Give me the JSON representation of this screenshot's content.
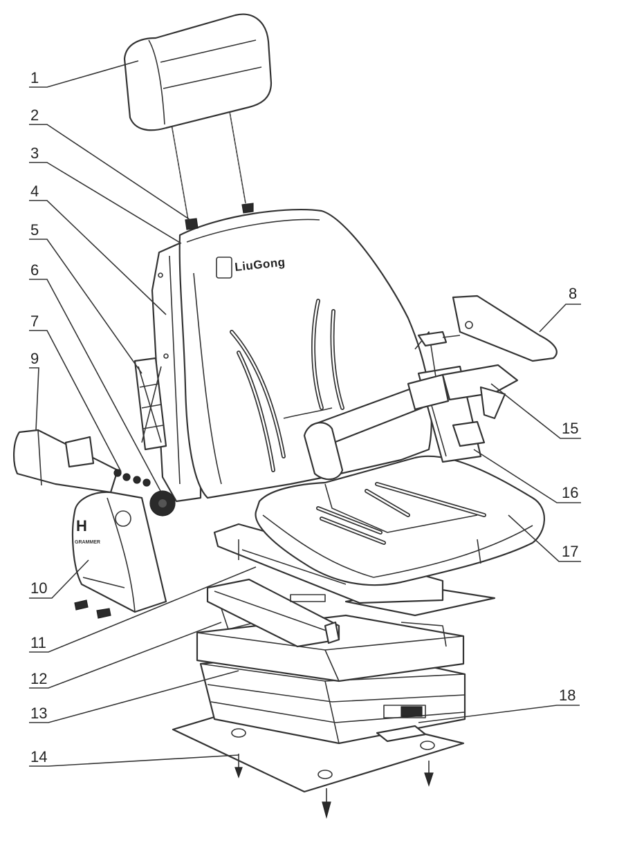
{
  "diagram": {
    "brand_text": "LiuGong",
    "badge_letter": "H",
    "badge_text": "GRAMMER",
    "callouts": [
      {
        "id": "1",
        "label": "1"
      },
      {
        "id": "2",
        "label": "2"
      },
      {
        "id": "3",
        "label": "3"
      },
      {
        "id": "4",
        "label": "4"
      },
      {
        "id": "5",
        "label": "5"
      },
      {
        "id": "6",
        "label": "6"
      },
      {
        "id": "7",
        "label": "7"
      },
      {
        "id": "8",
        "label": "8"
      },
      {
        "id": "9",
        "label": "9"
      },
      {
        "id": "10",
        "label": "10"
      },
      {
        "id": "11",
        "label": "11"
      },
      {
        "id": "12",
        "label": "12"
      },
      {
        "id": "13",
        "label": "13"
      },
      {
        "id": "14",
        "label": "14"
      },
      {
        "id": "15",
        "label": "15"
      },
      {
        "id": "16",
        "label": "16"
      },
      {
        "id": "17",
        "label": "17"
      },
      {
        "id": "18",
        "label": "18"
      }
    ]
  }
}
